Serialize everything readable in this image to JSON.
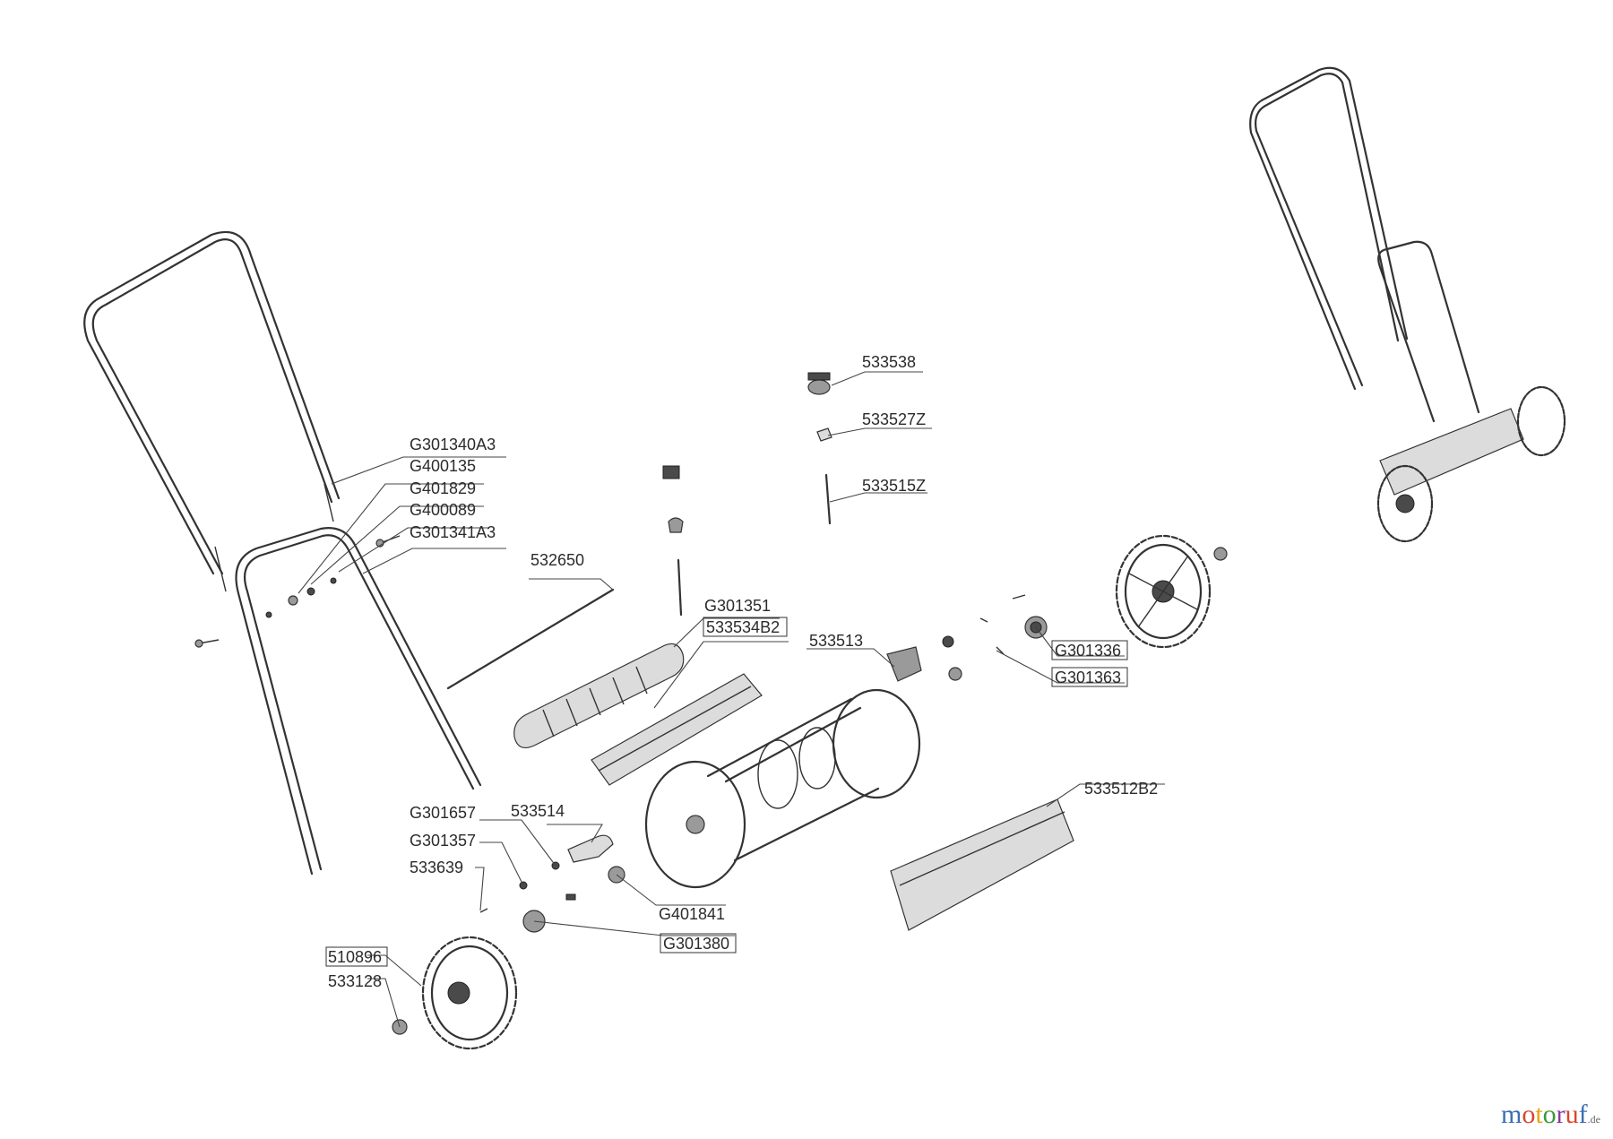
{
  "labels": [
    {
      "id": "handle-upper",
      "text": "G301340A3"
    },
    {
      "id": "nut-1",
      "text": "G400135"
    },
    {
      "id": "washer-1",
      "text": "G401829"
    },
    {
      "id": "bolt-1",
      "text": "G400089"
    },
    {
      "id": "handle-lower",
      "text": "G301341A3"
    },
    {
      "id": "rod",
      "text": "532650"
    },
    {
      "id": "bolt-long",
      "text": "G301351"
    },
    {
      "id": "roller",
      "text": "533534B2"
    },
    {
      "id": "knob-top",
      "text": "533538"
    },
    {
      "id": "clip-top",
      "text": "533527Z"
    },
    {
      "id": "bolt-top",
      "text": "533515Z"
    },
    {
      "id": "bracket-right",
      "text": "533513"
    },
    {
      "id": "gear-right",
      "text": "G301336"
    },
    {
      "id": "pin-right",
      "text": "G301363"
    },
    {
      "id": "blade-bar",
      "text": "533512B2"
    },
    {
      "id": "spring-left",
      "text": "G301657"
    },
    {
      "id": "bracket-left",
      "text": "533514"
    },
    {
      "id": "key-left",
      "text": "G301357"
    },
    {
      "id": "screw-left",
      "text": "533639"
    },
    {
      "id": "bearing-left",
      "text": "G401841"
    },
    {
      "id": "gear-left",
      "text": "G301380"
    },
    {
      "id": "wheel-left",
      "text": "510896"
    },
    {
      "id": "cap-left",
      "text": "533128"
    }
  ],
  "watermark": {
    "main": "motoruf",
    "suffix": ".de",
    "colors": [
      "#3a6fb5",
      "#d9442e",
      "#e8a21a",
      "#3a9a3a",
      "#8a3aa8",
      "#d9442e",
      "#3a6fb5"
    ]
  }
}
